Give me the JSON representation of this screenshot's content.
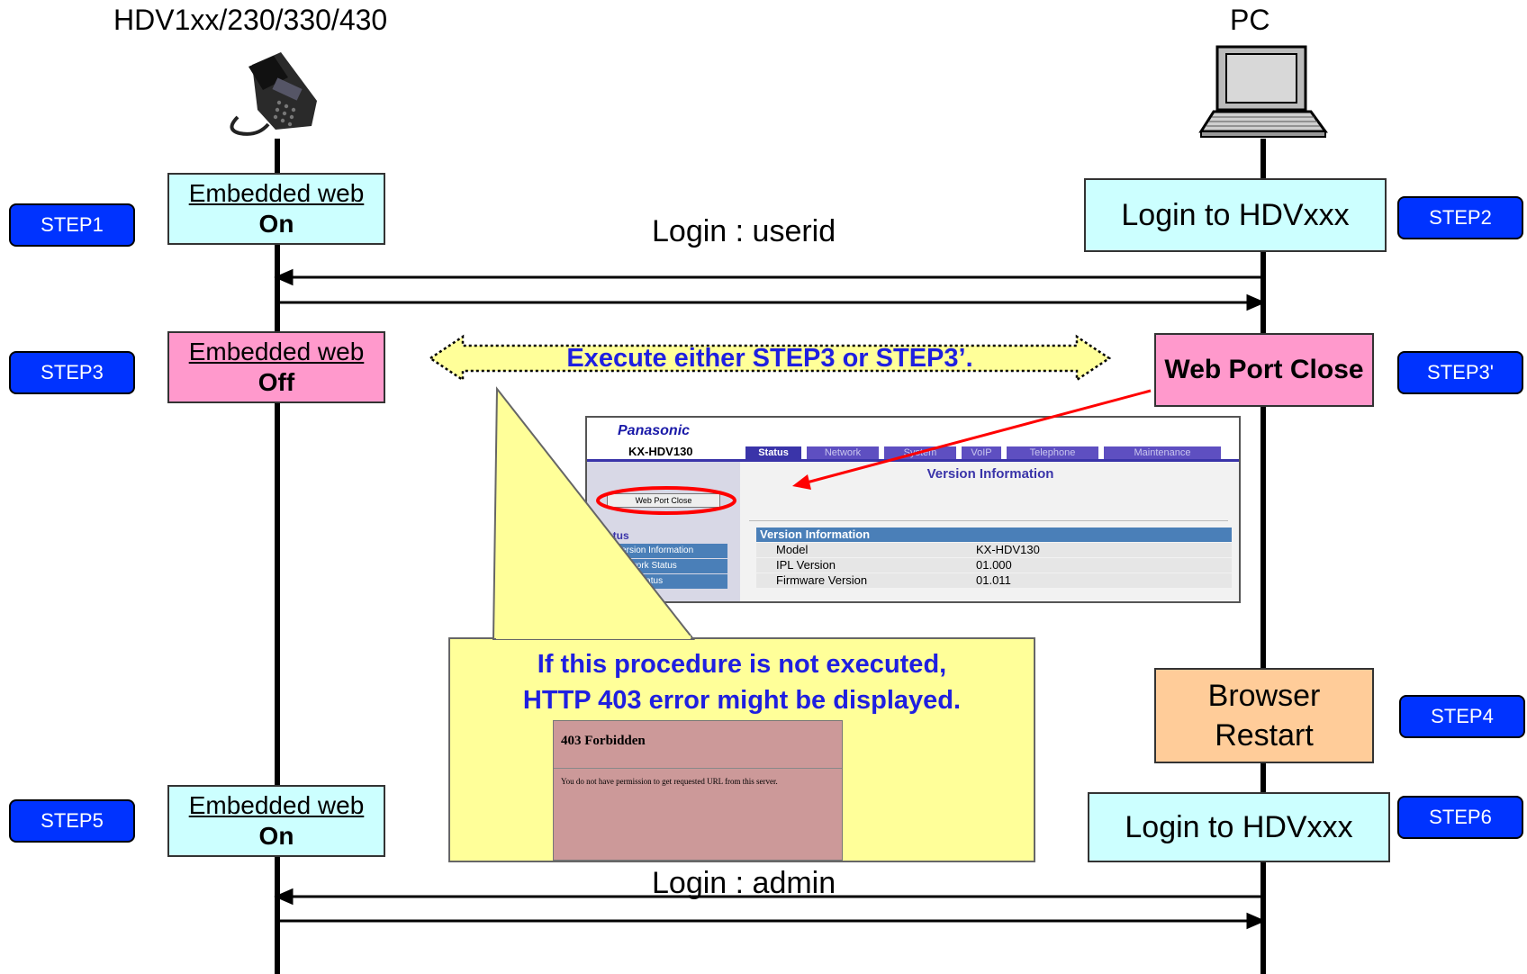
{
  "actors": {
    "phone": {
      "title": "HDV1xx/230/330/430",
      "icon": "desk-phone-icon"
    },
    "pc": {
      "title": "PC",
      "icon": "laptop-icon"
    }
  },
  "steps": {
    "step1": "STEP1",
    "step2": "STEP2",
    "step3": "STEP3",
    "step3p": "STEP3'",
    "step4": "STEP4",
    "step5": "STEP5",
    "step6": "STEP6"
  },
  "boxes": {
    "web_on_1": {
      "title": "Embedded web",
      "state": "On"
    },
    "login_1": "Login to HDVxxx",
    "web_off": {
      "title": "Embedded web",
      "state": "Off"
    },
    "web_port_close": "Web Port Close",
    "browser_restart": [
      "Browser",
      "Restart"
    ],
    "web_on_2": {
      "title": "Embedded web",
      "state": "On"
    },
    "login_2": "Login to HDVxxx"
  },
  "messages": {
    "login_userid": "Login : userid",
    "login_admin": "Login : admin"
  },
  "banner": "Execute either STEP3 or STEP3’.",
  "callout": {
    "lines": [
      "If this procedure is not executed,",
      "HTTP 403 error might be displayed."
    ]
  },
  "forbidden": {
    "title": "403 Forbidden",
    "message": "You do not have permission to get requested URL from this server."
  },
  "web_ui": {
    "brand": "Panasonic",
    "model": "KX-HDV130",
    "tabs": [
      "Status",
      "Network",
      "System",
      "VoIP",
      "Telephone",
      "Maintenance"
    ],
    "active_tab": "Status",
    "button": "Web Port Close",
    "page_heading": "Version Information",
    "side_section": "Status",
    "side_items": [
      "Version Information",
      "Network Status",
      "VoIP Status"
    ],
    "table_header": "Version Information",
    "rows": [
      {
        "label": "Model",
        "value": "KX-HDV130"
      },
      {
        "label": "IPL Version",
        "value": "01.000"
      },
      {
        "label": "Firmware Version",
        "value": "01.011"
      }
    ]
  },
  "colors": {
    "step_blue": "#0033ff",
    "cyan_box": "#ccffff",
    "pink_box": "#ff99cc",
    "peach_box": "#ffcc99",
    "note_yellow": "#ffff99",
    "note_text_blue": "#1f1fe0",
    "highlight_red": "#ff0000"
  }
}
